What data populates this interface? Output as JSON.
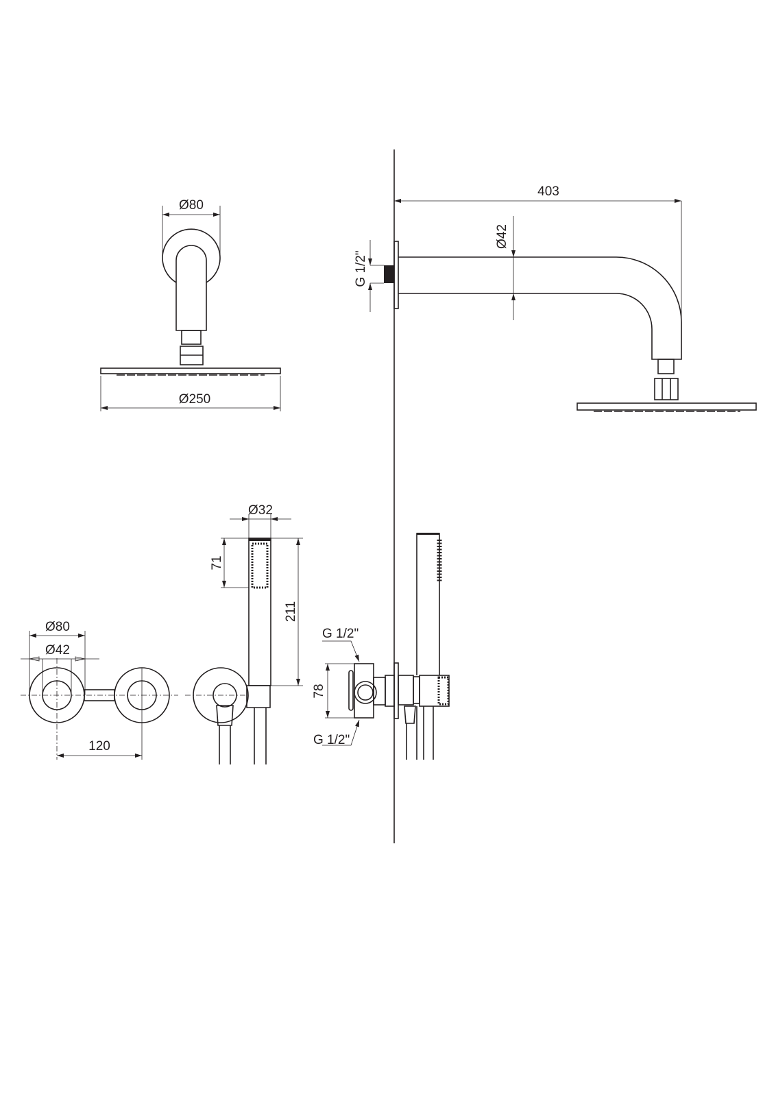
{
  "drawing": {
    "front_head": {
      "flange_dia": "Ø80",
      "head_dia": "Ø250"
    },
    "side_head": {
      "arm_length": "403",
      "arm_dia": "Ø42",
      "thread": "G 1/2\""
    },
    "hand_shower": {
      "dia": "Ø32",
      "spray_length": "71",
      "length": "211"
    },
    "mixer": {
      "flange_dia": "Ø80",
      "knob_dia": "Ø42",
      "spacing": "120"
    },
    "valve_body": {
      "height": "78",
      "thread_top": "G 1/2\"",
      "thread_bottom": "G 1/2\""
    }
  }
}
